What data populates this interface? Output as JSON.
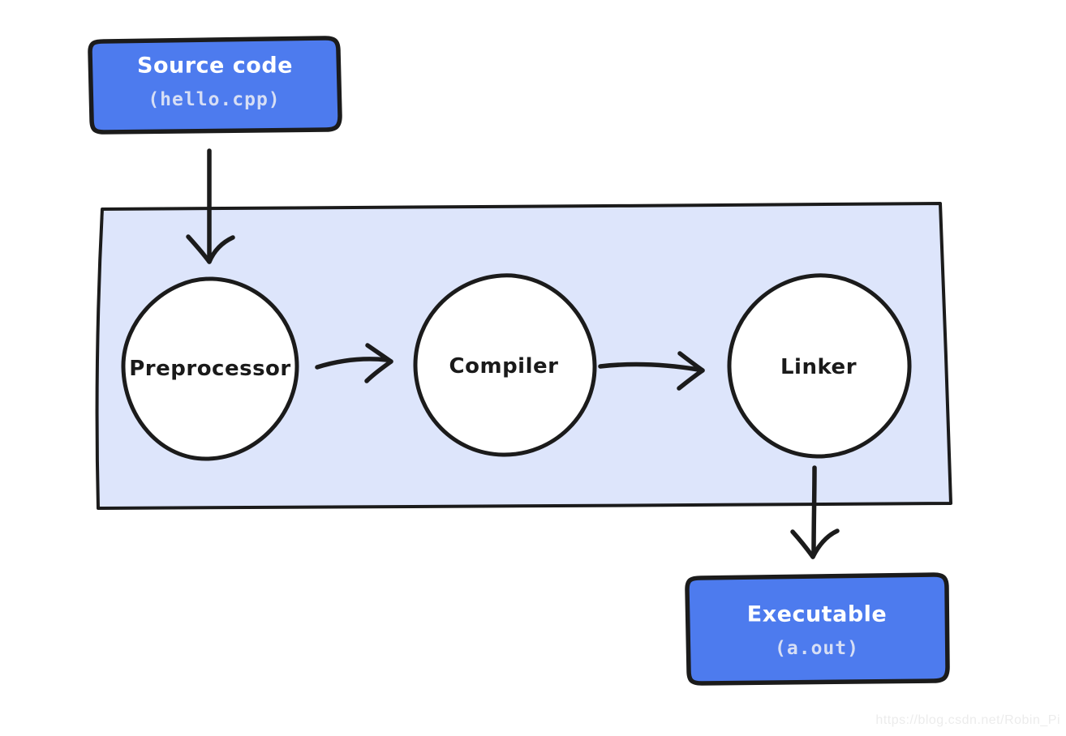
{
  "diagram": {
    "source_box": {
      "title": "Source code",
      "subtitle": "(hello.cpp)"
    },
    "pipeline": {
      "stages": [
        {
          "label": "Preprocessor"
        },
        {
          "label": "Compiler"
        },
        {
          "label": "Linker"
        }
      ]
    },
    "output_box": {
      "title": "Executable",
      "subtitle": "(a.out)"
    },
    "watermark": "https://blog.csdn.net/Robin_Pi",
    "colors": {
      "box_fill": "#4d7bee",
      "container_fill": "#dde5fb",
      "circle_fill": "#ffffff",
      "stroke": "#1b1b1b",
      "box_text": "#ffffff",
      "box_subtext": "#d6def5",
      "watermark_text": "#ececec"
    }
  }
}
